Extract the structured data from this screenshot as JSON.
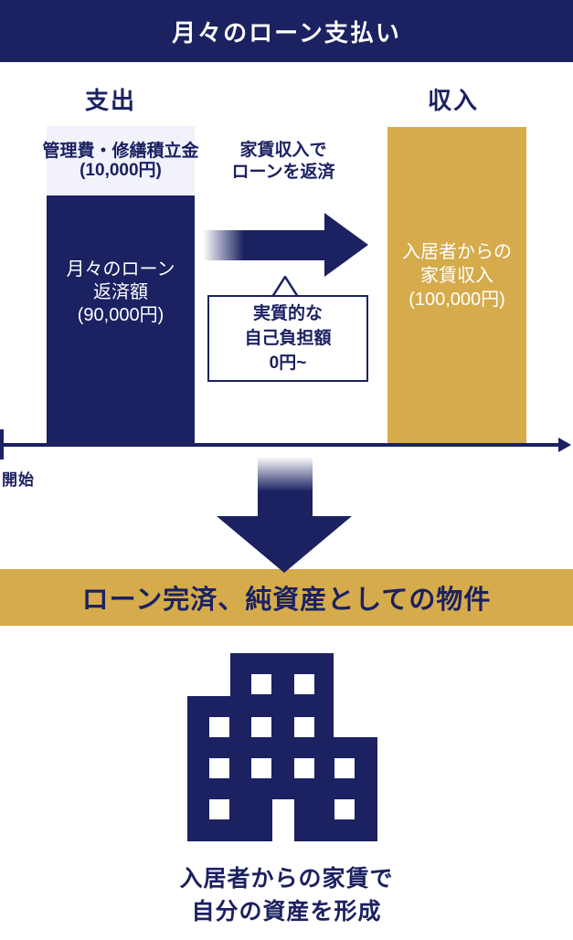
{
  "colors": {
    "navy": "#1b2161",
    "gold": "#d5ab4c",
    "light_segment": "#f1f2fa",
    "white": "#ffffff"
  },
  "header": {
    "title": "月々のローン支払い"
  },
  "columns": {
    "expense_label": "支出",
    "income_label": "収入"
  },
  "expense_bar": {
    "management_fee": {
      "line1": "管理費・修繕積立金",
      "line2": "(10,000円)"
    },
    "loan_payment": {
      "line1": "月々のローン",
      "line2": "返済額",
      "line3": "(90,000円)"
    }
  },
  "flow": {
    "caption": {
      "line1": "家賃収入で",
      "line2": "ローンを返済"
    },
    "callout": {
      "line1": "実質的な",
      "line2": "自己負担額",
      "line3": "0円~"
    }
  },
  "income_bar": {
    "line1": "入居者からの",
    "line2": "家賃収入",
    "line3": "(100,000円)"
  },
  "timeline": {
    "start_label": "開始"
  },
  "result_banner": {
    "label": "ローン完済、純資産としての物件"
  },
  "icons": {
    "flow_arrow": "arrow-right-icon",
    "down_arrow": "arrow-down-icon",
    "building": "building-icon"
  },
  "footer": {
    "line1": "入居者からの家賃で",
    "line2": "自分の資産を形成"
  }
}
